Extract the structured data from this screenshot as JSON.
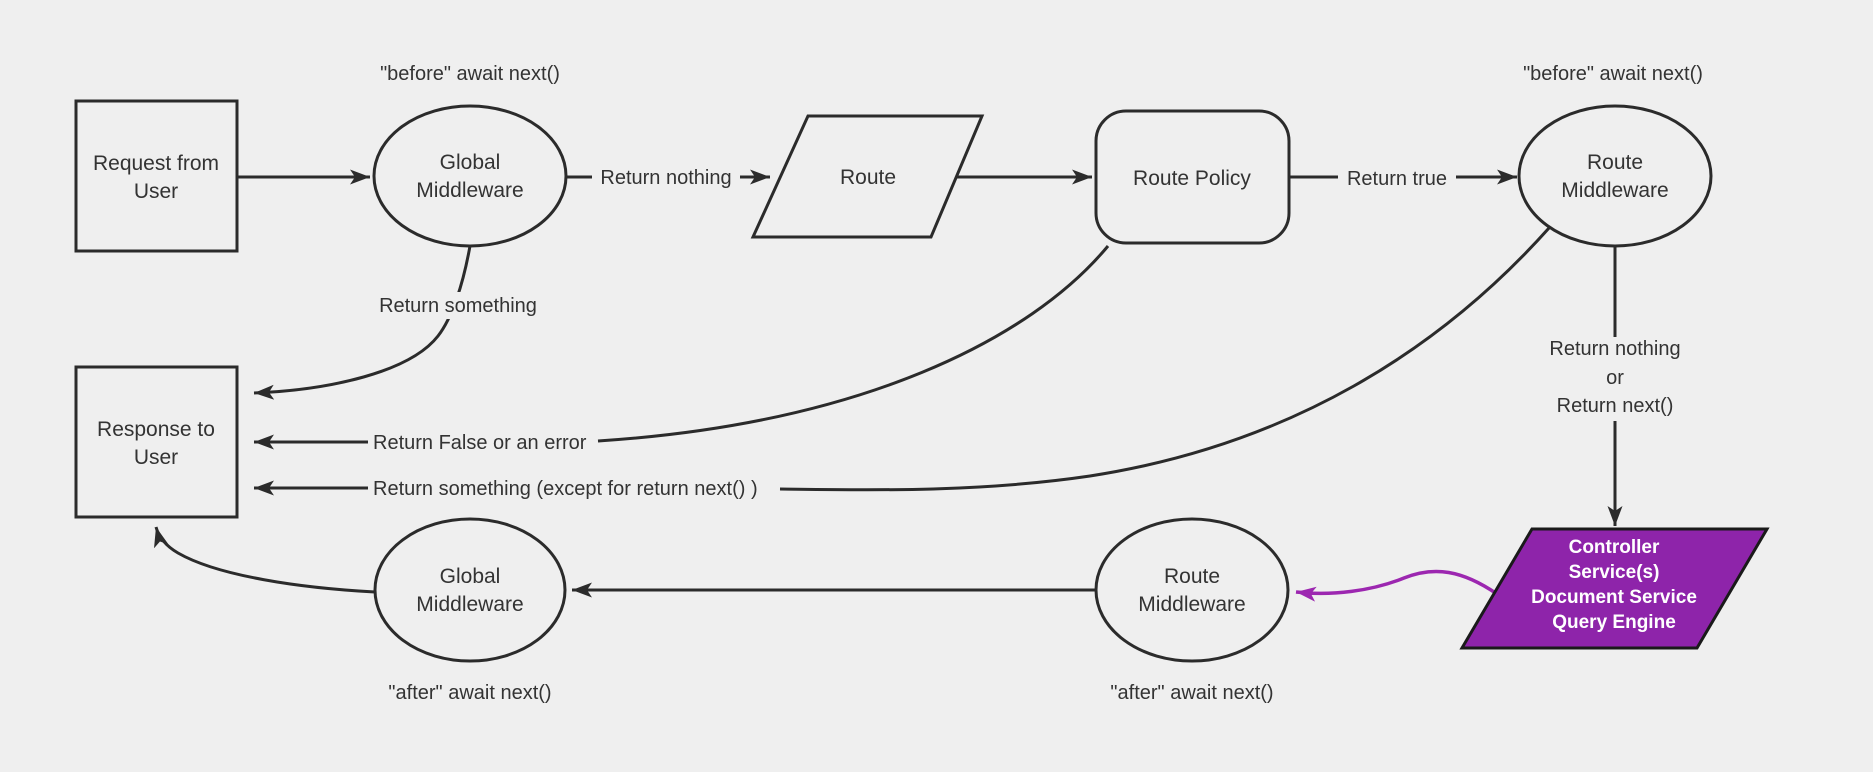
{
  "colors": {
    "background": "#efefef",
    "line": "#2b2b2b",
    "text": "#333333",
    "controller_fill": "#8e24aa",
    "controller_text": "#ffffff",
    "purple_arrow": "#9c27b0"
  },
  "nodes": {
    "request_from_user": {
      "shape": "rectangle",
      "lines": [
        "Request from",
        "User"
      ]
    },
    "global_middleware_top": {
      "shape": "ellipse",
      "lines": [
        "Global",
        "Middleware"
      ],
      "annotation": "\"before\" await next()"
    },
    "route": {
      "shape": "parallelogram",
      "lines": [
        "Route"
      ]
    },
    "route_policy": {
      "shape": "rounded-rectangle",
      "lines": [
        "Route Policy"
      ]
    },
    "route_middleware_top": {
      "shape": "ellipse",
      "lines": [
        "Route",
        "Middleware"
      ],
      "annotation": "\"before\" await next()"
    },
    "controller": {
      "shape": "parallelogram",
      "lines": [
        "Controller",
        "Service(s)",
        "Document Service",
        "Query Engine"
      ]
    },
    "route_middleware_bottom": {
      "shape": "ellipse",
      "lines": [
        "Route",
        "Middleware"
      ],
      "annotation": "\"after\" await next()"
    },
    "global_middleware_bottom": {
      "shape": "ellipse",
      "lines": [
        "Global",
        "Middleware"
      ],
      "annotation": "\"after\" await next()"
    },
    "response_to_user": {
      "shape": "rectangle",
      "lines": [
        "Response to",
        "User"
      ]
    }
  },
  "edge_labels": {
    "return_nothing": "Return nothing",
    "return_true": "Return true",
    "return_something": "Return something",
    "return_false_or_error": "Return False or an error",
    "return_something_except": "Return something (except for return next() )",
    "return_nothing_or_next": [
      "Return nothing",
      "or",
      "Return next()"
    ]
  }
}
